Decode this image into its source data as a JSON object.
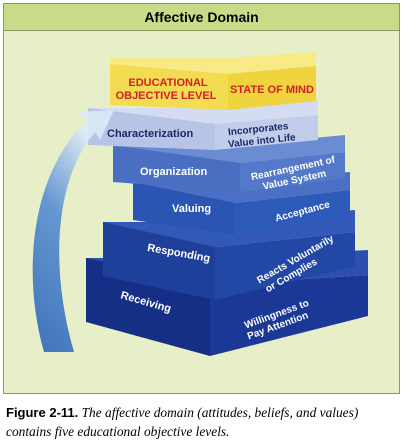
{
  "panel": {
    "title": "Affective Domain"
  },
  "diagram": {
    "header_left": [
      "EDUCATIONAL",
      "OBJECTIVE LEVEL"
    ],
    "header_right": "STATE OF MIND",
    "levels": [
      {
        "name": "Characterization",
        "state": [
          "Incorporates",
          "Value into Life"
        ],
        "color": "#b7c4e6",
        "text_color": "#1a2a66"
      },
      {
        "name": "Organization",
        "state": [
          "Rearrangement of",
          "Value System"
        ],
        "color": "#4a6fc2",
        "text_color": "#ffffff"
      },
      {
        "name": "Valuing",
        "state": [
          "Acceptance"
        ],
        "color": "#2a55b3",
        "text_color": "#ffffff"
      },
      {
        "name": "Responding",
        "state": [
          "Reacts Voluntarily",
          "or Complies"
        ],
        "color": "#1e3f9a",
        "text_color": "#ffffff"
      },
      {
        "name": "Receiving",
        "state": [
          "Willingness to",
          "Pay Attention"
        ],
        "color": "#162f86",
        "text_color": "#ffffff"
      }
    ],
    "colors": {
      "header_box": "#f2dc52",
      "header_text": "#d0202a",
      "arrow": "#4a80c8"
    }
  },
  "caption": {
    "figure": "Figure 2-11.",
    "text": "The affective domain (attitudes, beliefs, and values) contains five educational objective levels."
  }
}
